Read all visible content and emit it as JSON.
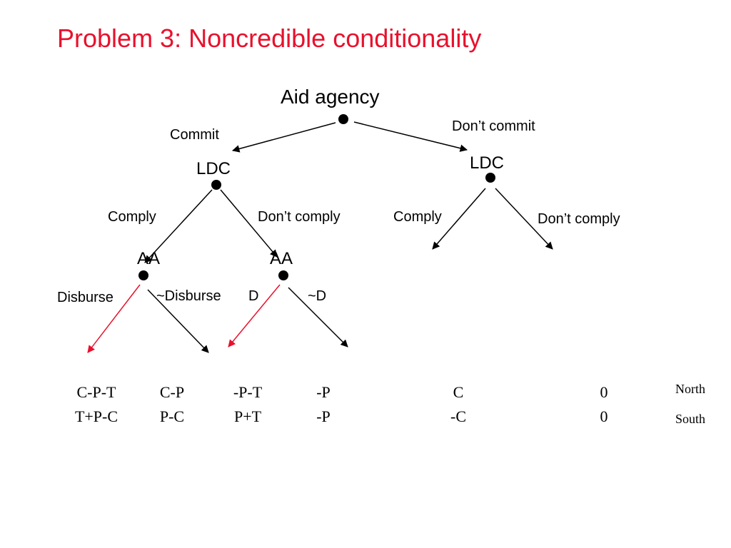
{
  "title": "Problem 3:  Noncredible conditionality",
  "colors": {
    "title": "#e8112d",
    "highlight_branch": "#e8112d",
    "branch": "#000000"
  },
  "tree": {
    "root_player": "Aid agency",
    "commit_label": "Commit",
    "dont_commit_label": "Don’t commit",
    "ldc_left": "LDC",
    "ldc_right": "LDC",
    "comply_left": "Comply",
    "dont_comply_left": "Don’t comply",
    "comply_right": "Comply",
    "dont_comply_right": "Don’t comply",
    "aa_left": "AA",
    "aa_right": "AA",
    "disburse": "Disburse",
    "not_disburse": "~Disburse",
    "d": "D",
    "not_d": "~D"
  },
  "payoffs": {
    "north": [
      "C-P-T",
      "C-P",
      "-P-T",
      "-P",
      "C",
      "0"
    ],
    "south": [
      "T+P-C",
      "P-C",
      "P+T",
      "-P",
      "-C",
      "0"
    ],
    "row_labels": [
      "North",
      "South"
    ]
  }
}
